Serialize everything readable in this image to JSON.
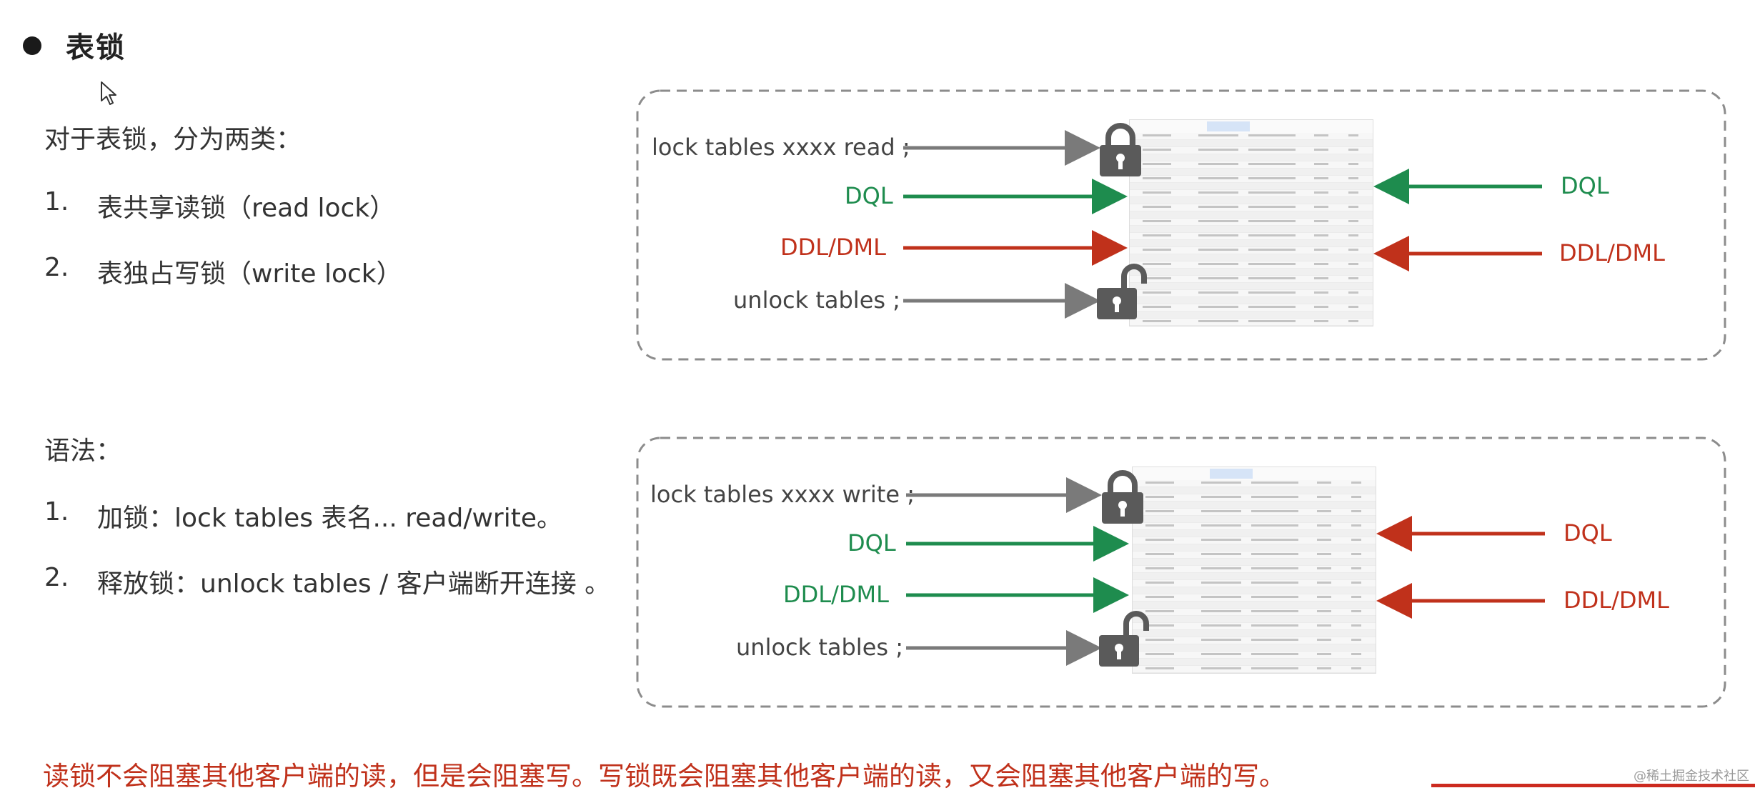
{
  "heading": "表锁",
  "intro": "对于表锁，分为两类：",
  "lock_types": [
    {
      "num": "1.",
      "label": "表共享读锁（read lock）"
    },
    {
      "num": "2.",
      "label": "表独占写锁（write lock）"
    }
  ],
  "syntax_title": "语法：",
  "syntax_items": [
    {
      "num": "1.",
      "label": "加锁：lock tables  表名...  read/write。"
    },
    {
      "num": "2.",
      "label": "释放锁：unlock  tables / 客户端断开连接 。"
    }
  ],
  "diagram_read": {
    "lock_cmd": "lock tables xxxx read ;",
    "left_dql": "DQL",
    "left_ddl": "DDL/DML",
    "unlock_cmd": "unlock tables ;",
    "right_dql": "DQL",
    "right_ddl": "DDL/DML"
  },
  "diagram_write": {
    "lock_cmd": "lock tables xxxx write ;",
    "left_dql": "DQL",
    "left_ddl": "DDL/DML",
    "unlock_cmd": "unlock tables ;",
    "right_dql": "DQL",
    "right_ddl": "DDL/DML"
  },
  "icons": {
    "bullet": "bullet-dot",
    "cursor": "mouse-cursor-icon",
    "locked": "padlock-closed-icon",
    "unlocked": "padlock-open-icon",
    "table": "table-thumbnail"
  },
  "colors": {
    "dql_allowed": "#1e8c4e",
    "blocked": "#c0311b",
    "command_arrow": "#7a7a7a",
    "warning": "#c0311b"
  },
  "warning": "读锁不会阻塞其他客户端的读，但是会阻塞写。写锁既会阻塞其他客户端的读，又会阻塞其他客户端的写。",
  "watermark": "@稀土掘金技术社区"
}
